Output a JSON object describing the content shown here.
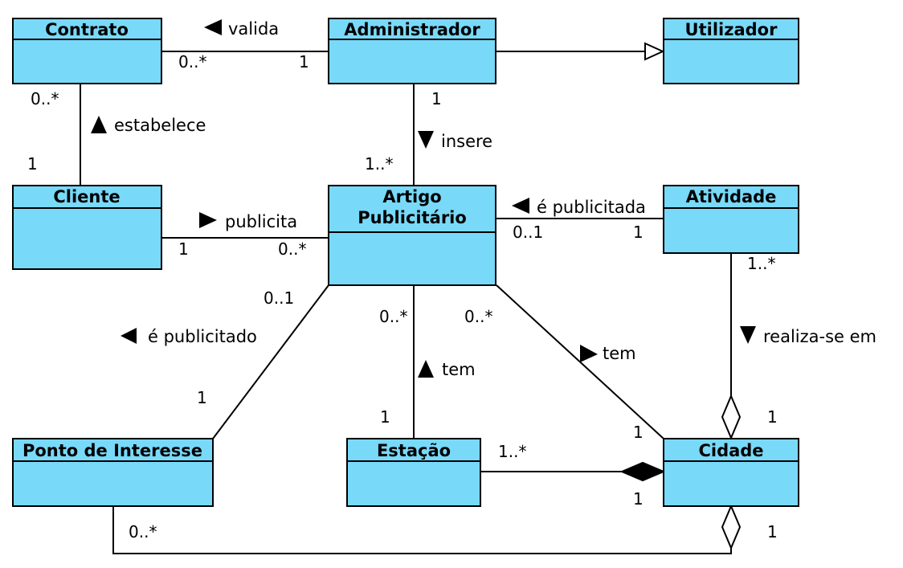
{
  "classes": {
    "contrato": "Contrato",
    "administrador": "Administrador",
    "utilizador": "Utilizador",
    "cliente": "Cliente",
    "artigo_line1": "Artigo",
    "artigo_line2": "Publicitário",
    "atividade": "Atividade",
    "ponto_interesse": "Ponto de Interesse",
    "estacao": "Estação",
    "cidade": "Cidade"
  },
  "associations": {
    "valida": "valida",
    "estabelece": "estabelece",
    "insere": "insere",
    "publicita": "publicita",
    "e_publicitada": "é publicitada",
    "e_publicitado": "é publicitado",
    "tem_estacao": "tem",
    "tem_cidade": "tem",
    "realiza_se_em": "realiza-se em"
  },
  "multiplicities": {
    "contrato_valida": "0..*",
    "admin_valida": "1",
    "contrato_estabelece": "0..*",
    "cliente_estabelece": "1",
    "admin_insere": "1",
    "artigo_insere": "1..*",
    "cliente_publicita": "1",
    "artigo_publicita": "0..*",
    "artigo_publicitada": "0..1",
    "atividade_publicitada": "1",
    "artigo_publicitado": "0..1",
    "ponto_publicitado": "1",
    "artigo_tem_estacao": "0..*",
    "estacao_tem": "1",
    "artigo_tem_cidade": "0..*",
    "cidade_tem": "1",
    "atividade_realiza": "1..*",
    "cidade_realiza": "1",
    "estacao_cidade": "1..*",
    "cidade_estacao": "1",
    "ponto_cidade": "0..*",
    "cidade_ponto": "1"
  },
  "colors": {
    "class_fill": "#79d9f9",
    "line": "#000000"
  }
}
